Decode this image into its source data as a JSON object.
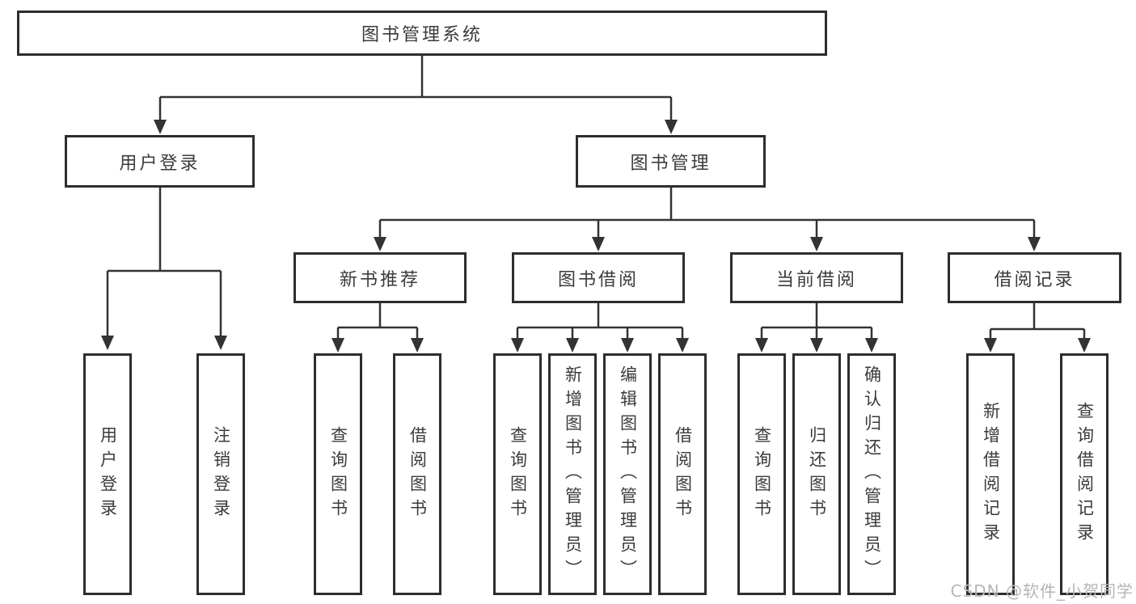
{
  "tree": {
    "label": "图书管理系统",
    "children": [
      {
        "label": "用户登录",
        "children": [
          {
            "label": "用户登录"
          },
          {
            "label": "注销登录"
          }
        ]
      },
      {
        "label": "图书管理",
        "children": [
          {
            "label": "新书推荐",
            "children": [
              {
                "label": "查询图书"
              },
              {
                "label": "借阅图书"
              }
            ]
          },
          {
            "label": "图书借阅",
            "children": [
              {
                "label": "查询图书"
              },
              {
                "label": "新增图书（管理员）"
              },
              {
                "label": "编辑图书（管理员）"
              },
              {
                "label": "借阅图书"
              }
            ]
          },
          {
            "label": "当前借阅",
            "children": [
              {
                "label": "查询图书"
              },
              {
                "label": "归还图书"
              },
              {
                "label": "确认归还（管理员）"
              }
            ]
          },
          {
            "label": "借阅记录",
            "children": [
              {
                "label": "新增借阅记录"
              },
              {
                "label": "查询借阅记录"
              }
            ]
          }
        ]
      }
    ]
  },
  "watermark": {
    "text": "CSDN @软件_小贺同学"
  },
  "colors": {
    "line": "#333333",
    "box_border": "#2d2d2d",
    "text": "#3b3b3b",
    "watermark": "#b5b5b5",
    "background": "#ffffff"
  }
}
